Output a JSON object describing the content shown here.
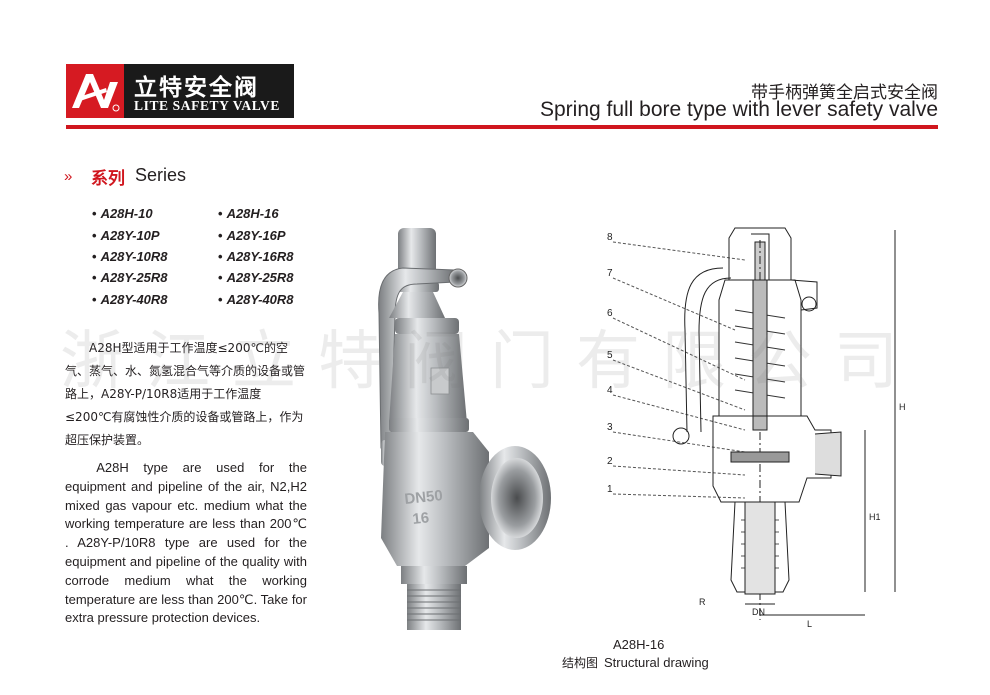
{
  "brand": {
    "name_cn": "立特安全阀",
    "name_en": "LITE SAFETY VALVE",
    "logo_color": "#d61a22"
  },
  "header": {
    "title_cn": "带手柄弹簧全启式安全阀",
    "title_en": "Spring full bore type with lever safety valve",
    "rule_color": "#d0161e"
  },
  "series": {
    "marker": "»",
    "label_cn": "系列",
    "label_en": "Series",
    "bullet": "•",
    "models_left": [
      "A28H-10",
      "A28Y-10P",
      "A28Y-10R8",
      "A28Y-25R8",
      "A28Y-40R8"
    ],
    "models_right": [
      "A28H-16",
      "A28Y-16P",
      "A28Y-16R8",
      "A28Y-25R8",
      "A28Y-40R8"
    ]
  },
  "description": {
    "cn": "A28H型适用于工作温度≤200℃的空气、蒸气、水、氮氢混合气等介质的设备或管路上，A28Y-P/10R8适用于工作温度≤200℃有腐蚀性介质的设备或管路上，作为超压保护装置。",
    "en": "A28H type are used for the equipment and pipeline of the air, N2,H2 mixed gas vapour etc. medium what the working temperature are less than 200℃ . A28Y-P/10R8 type are used for the equipment and pipeline of the quality with corrode medium what the working temperature are less than 200℃. Take for extra pressure protection devices."
  },
  "watermark": "浙江立特阀门有限公司",
  "photo": {
    "body_marking_1": "DN50",
    "body_marking_2": "16"
  },
  "drawing": {
    "part_numbers": [
      "8",
      "7",
      "6",
      "5",
      "4",
      "3",
      "2",
      "1"
    ],
    "dimension_labels": [
      "H",
      "H1",
      "L",
      "DN",
      "R"
    ],
    "caption_model": "A28H-16",
    "caption_cn": "结构图",
    "caption_en": "Structural drawing"
  }
}
